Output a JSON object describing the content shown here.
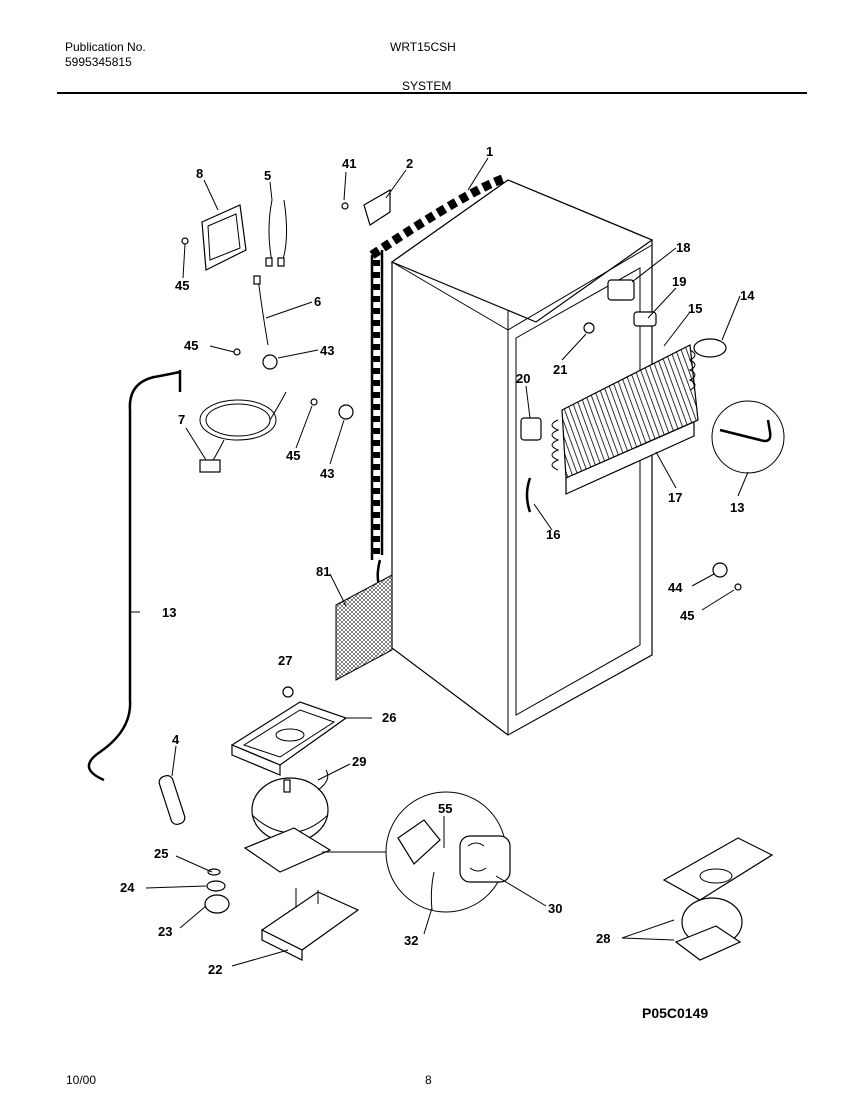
{
  "header": {
    "publication_label": "Publication No.",
    "publication_number": "5995345815",
    "model": "WRT15CSH",
    "section": "SYSTEM"
  },
  "diagram_code": "P05C0149",
  "callouts": {
    "c1": "1",
    "c2": "2",
    "c41": "41",
    "c8": "8",
    "c5": "5",
    "c45a": "45",
    "c6": "6",
    "c45b": "45",
    "c43a": "43",
    "c7": "7",
    "c45c": "45",
    "c43b": "43",
    "c18": "18",
    "c19": "19",
    "c14": "14",
    "c15": "15",
    "c20": "20",
    "c21": "21",
    "c13a": "13",
    "c17": "17",
    "c16": "16",
    "c44": "44",
    "c45d": "45",
    "c81": "81",
    "c13b": "13",
    "c27": "27",
    "c26": "26",
    "c4": "4",
    "c29": "29",
    "c55": "55",
    "c25": "25",
    "c24": "24",
    "c23": "23",
    "c30": "30",
    "c22": "22",
    "c32": "32",
    "c28": "28"
  },
  "footer": {
    "date": "10/00",
    "page": "8"
  }
}
